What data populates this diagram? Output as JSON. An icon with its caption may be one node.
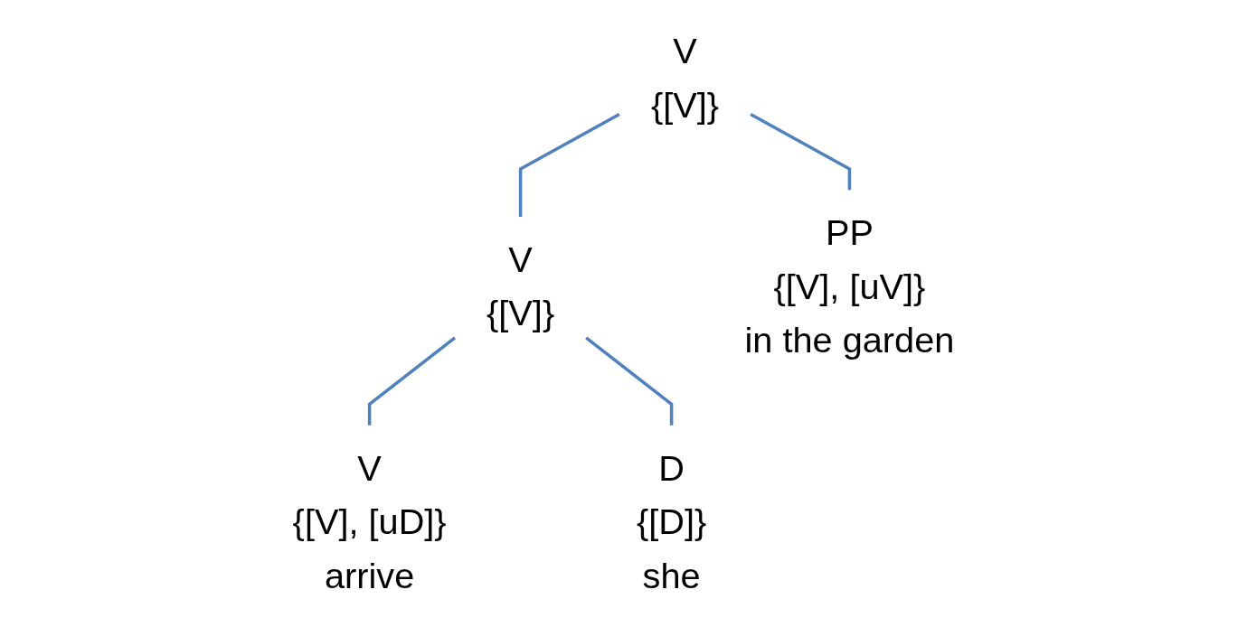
{
  "diagram": {
    "nodes": [
      {
        "text": [
          "V",
          "{[V]}"
        ]
      },
      {
        "text": [
          "V",
          "{[V]}"
        ]
      },
      {
        "text": [
          "PP",
          "{[V], [uV]}",
          "in the garden"
        ]
      },
      {
        "text": [
          "V",
          "{[V], [uD]}",
          "arrive"
        ]
      },
      {
        "text": [
          "D",
          "{[D]}",
          "she"
        ]
      }
    ],
    "edges": [
      {
        "from": 0,
        "to": 1,
        "arrow": "none"
      },
      {
        "from": 0,
        "to": 2,
        "arrow": "none"
      },
      {
        "from": 1,
        "to": 3,
        "arrow": "none"
      },
      {
        "from": 1,
        "to": 4,
        "arrow": "none"
      }
    ]
  }
}
